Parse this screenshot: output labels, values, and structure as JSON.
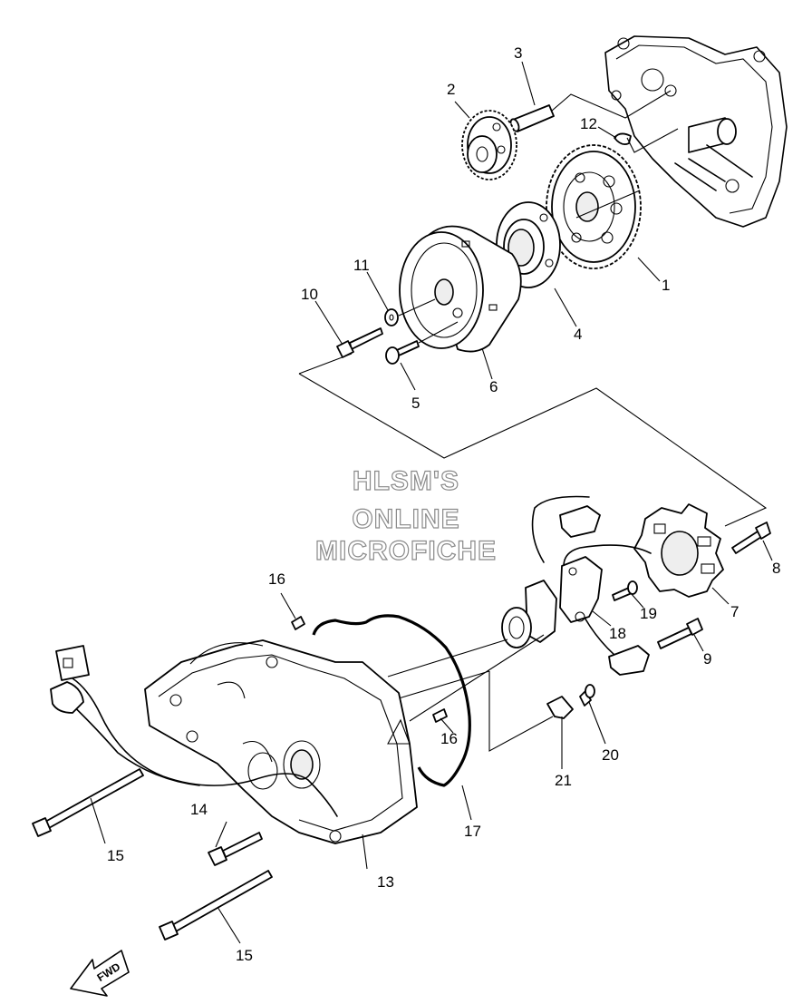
{
  "watermark": {
    "line1": "HLSM'S",
    "line2": "ONLINE",
    "line3": "MICROFICHE"
  },
  "direction_arrow": {
    "label": "FWD"
  },
  "callouts": {
    "c1": "1",
    "c2": "2",
    "c3": "3",
    "c4": "4",
    "c5": "5",
    "c6": "6",
    "c7": "7",
    "c8": "8",
    "c9": "9",
    "c10": "10",
    "c11": "11",
    "c12": "12",
    "c13": "13",
    "c14": "14",
    "c15a": "15",
    "c15b": "15",
    "c16a": "16",
    "c16b": "16",
    "c17": "17",
    "c18": "18",
    "c19": "19",
    "c20": "20",
    "c21": "21"
  }
}
